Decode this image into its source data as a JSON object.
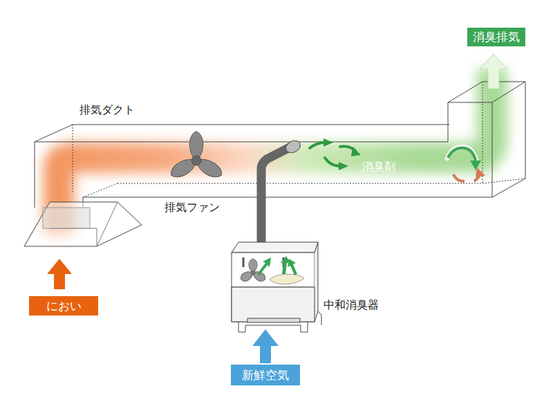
{
  "diagram": {
    "nodes": [
      {
        "text": [
          "におい"
        ]
      },
      {
        "text": [
          "新鮮空気"
        ]
      },
      {
        "text": [
          "消臭排気"
        ]
      }
    ],
    "labels": [
      "排気ダクト",
      "排気ファン",
      "消臭剤",
      "中和消臭器"
    ]
  }
}
